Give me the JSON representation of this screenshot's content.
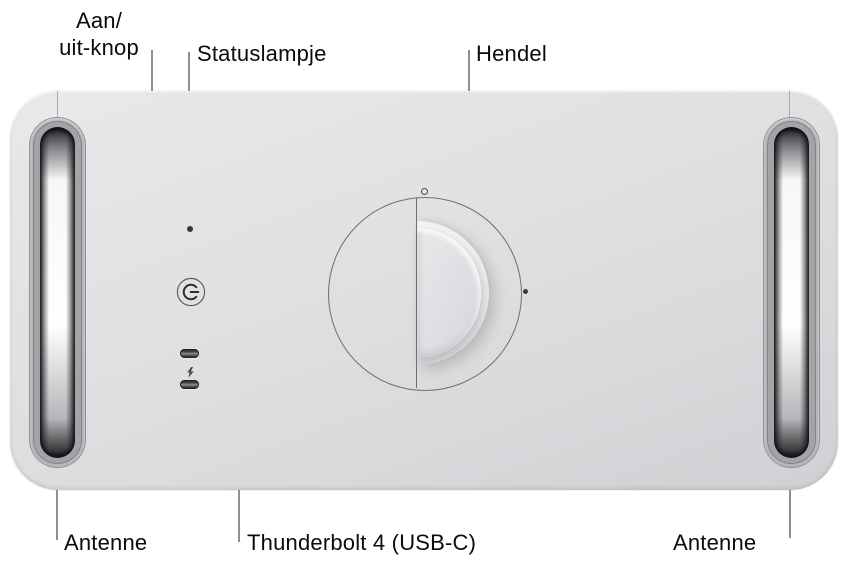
{
  "callouts": {
    "power_button": {
      "line1": "Aan/",
      "line2": "uit-knop"
    },
    "status_light": "Statuslampje",
    "handle": "Hendel",
    "antenna_left": "Antenne",
    "thunderbolt": "Thunderbolt 4 (USB-C)",
    "antenna_right": "Antenne"
  },
  "icons": {
    "power": "power-icon",
    "thunderbolt": "thunderbolt-icon",
    "status": "status-light-dot",
    "unlock_position": "unlock-position-marker",
    "lock_position": "lock-position-marker"
  },
  "colors": {
    "background": "#ffffff",
    "body_light": "#e8e9ea",
    "body_dark": "#cfd0d3",
    "callout_line": "#8e8e93",
    "label_text": "#0b0b0c",
    "outline": "#6e6f73"
  }
}
